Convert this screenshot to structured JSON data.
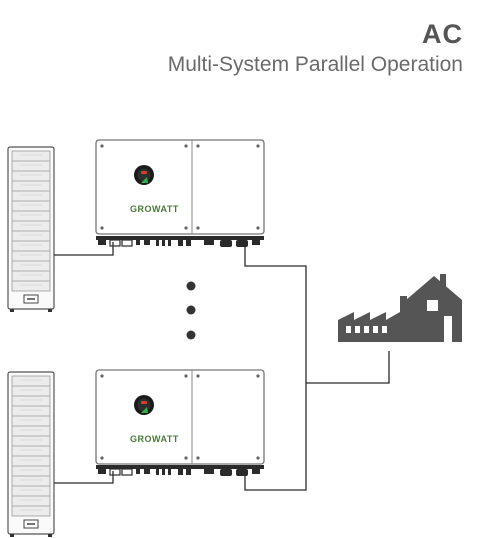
{
  "header": {
    "title": "AC",
    "subtitle": "Multi-System Parallel Operation"
  },
  "inverter": {
    "brand": "GROWATT"
  },
  "colors": {
    "text_dark": "#555555",
    "line": "#2b2b2b",
    "building": "#555555",
    "led_green": "#2eb34a"
  },
  "icons": {
    "load": "factory-house-icon",
    "storage": "battery-rack-icon",
    "ellipsis": "vertical-ellipsis-icon"
  }
}
